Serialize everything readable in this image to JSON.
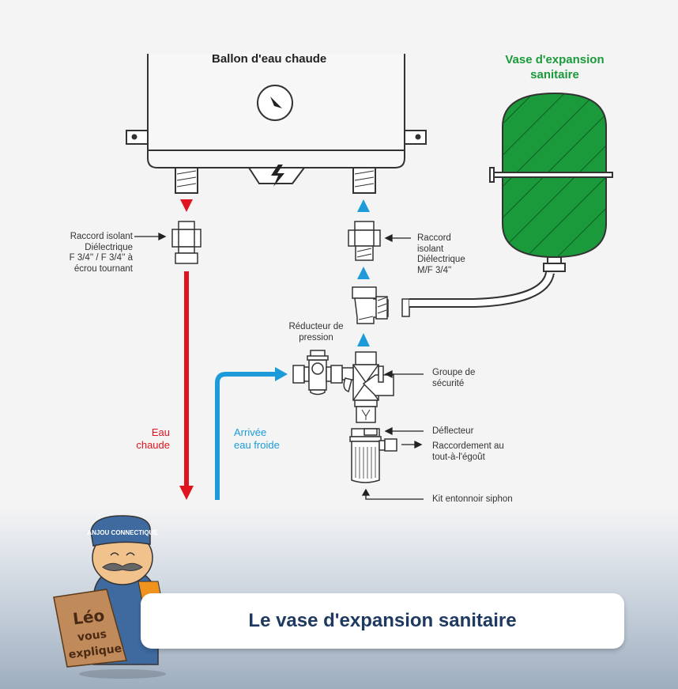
{
  "tank": {
    "title": "Ballon d'eau chaude"
  },
  "vessel": {
    "title_line1": "Vase d'expansion",
    "title_line2": "sanitaire"
  },
  "labels": {
    "raccord_left": [
      "Raccord isolant",
      "Diélectrique",
      "F 3/4'' / F 3/4'' à",
      "écrou tournant"
    ],
    "raccord_right": [
      "Raccord",
      "isolant",
      "Diélectrique",
      "M/F 3/4''"
    ],
    "reducteur": [
      "Réducteur de",
      "pression"
    ],
    "groupe": [
      "Groupe de",
      "sécurité"
    ],
    "deflecteur": "Déflecteur",
    "raccordement": [
      "Raccordement au",
      "tout-à-l'égoût"
    ],
    "kit": "Kit entonnoir siphon",
    "eau_chaude": [
      "Eau",
      "chaude"
    ],
    "eau_froide": [
      "Arrivée",
      "eau froide"
    ]
  },
  "colors": {
    "hot": "#e0141e",
    "cold": "#1c9bd8",
    "vessel": "#1a9a3a"
  },
  "mascot": {
    "cap_text": "ANJOU CONNECTIQUE",
    "sign": [
      "Léo",
      "vous",
      "explique"
    ]
  },
  "banner": {
    "title": "Le vase d'expansion sanitaire"
  }
}
